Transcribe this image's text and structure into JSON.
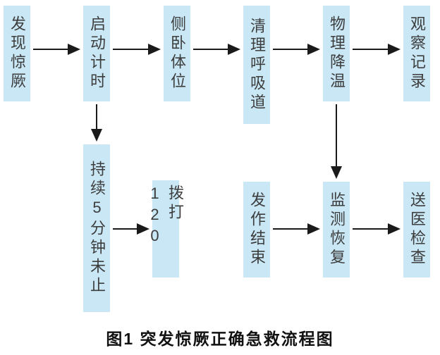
{
  "flowchart": {
    "nodes": {
      "discover": {
        "label": "发现惊厥"
      },
      "start_timer": {
        "label": "启动计时"
      },
      "side_position": {
        "label": "侧卧体位"
      },
      "clear_airway": {
        "label": "清理呼吸道"
      },
      "cooling": {
        "label": "物理降温"
      },
      "observe_record": {
        "label": "观察记录"
      },
      "persist_5min": {
        "label": "持续5分钟未止"
      },
      "call_120": {
        "label": "拨打120"
      },
      "seizure_end": {
        "label": "发作结束"
      },
      "monitor_recovery": {
        "label": "监测恢复"
      },
      "hospital_check": {
        "label": "送医检查"
      }
    },
    "caption": "图1  突发惊厥正确急救流程图",
    "colors": {
      "node_bg": "#c9e7f5",
      "node_text": "#3d3d3d",
      "arrow": "#1a1a1a"
    }
  }
}
